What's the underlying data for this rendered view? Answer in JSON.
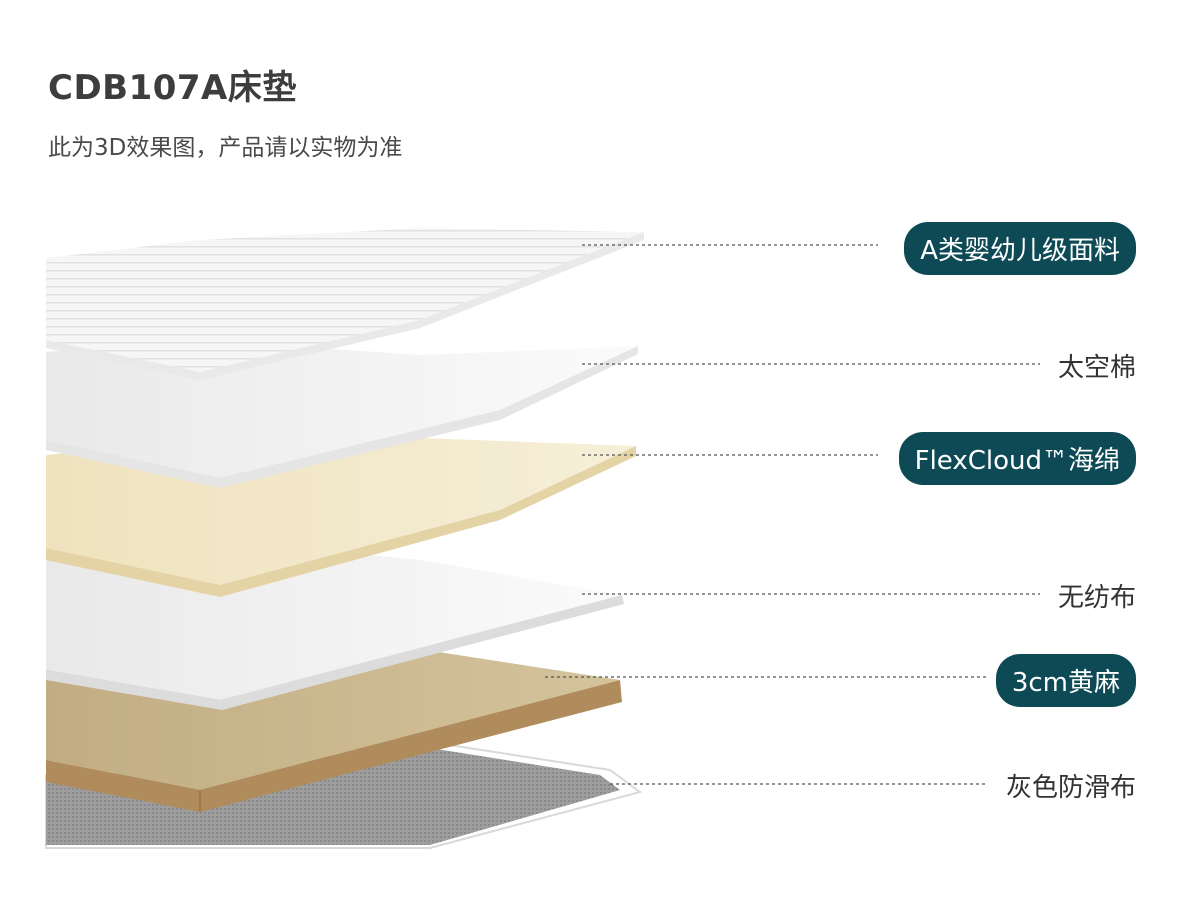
{
  "title": "CDB107A床垫",
  "subtitle": "此为3D效果图，产品请以实物为准",
  "layers": [
    {
      "label": "A类婴幼儿级面料",
      "highlight": true
    },
    {
      "label": "太空棉",
      "highlight": false
    },
    {
      "label": "FlexCloud™海绵",
      "highlight": true
    },
    {
      "label": "无纺布",
      "highlight": false
    },
    {
      "label": "3cm黄麻",
      "highlight": true
    },
    {
      "label": "灰色防滑布",
      "highlight": false
    }
  ],
  "colors": {
    "pill_bg": "#0e4a55",
    "fabric": "#f4f4f4",
    "cotton": "#f0f0f0",
    "foam": "#efe4c4",
    "nonwoven": "#f6f6f6",
    "jute": "#c8b48a",
    "antislip": "#9a9a9a"
  }
}
